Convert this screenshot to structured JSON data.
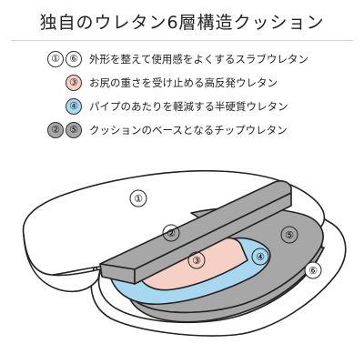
{
  "title": "独自のウレタン6層構造クッション",
  "colors": {
    "layer_1_6": "#ffffff",
    "layer_3": "#f6d0c4",
    "layer_4": "#a8d8f0",
    "layer_2_5": "#a7a7a7",
    "outline": "#222222"
  },
  "legend": [
    {
      "numbers": [
        "①",
        "⑥"
      ],
      "text": "外形を整えて使用感をよくするスラブウレタン",
      "color": "#ffffff"
    },
    {
      "numbers": [
        "③"
      ],
      "text": "お尻の重さを受け止める高反発ウレタン",
      "color": "#f6d0c4"
    },
    {
      "numbers": [
        "④"
      ],
      "text": "パイプのあたりを軽減する半硬質ウレタン",
      "color": "#a8d8f0"
    },
    {
      "numbers": [
        "②",
        "⑤"
      ],
      "text": "クッションのベースとなるチップウレタン",
      "color": "#a7a7a7"
    }
  ],
  "diagram_labels": {
    "layer_1": "①",
    "layer_2": "②",
    "layer_3": "③",
    "layer_4": "④",
    "layer_5": "⑤",
    "layer_6": "⑥"
  }
}
